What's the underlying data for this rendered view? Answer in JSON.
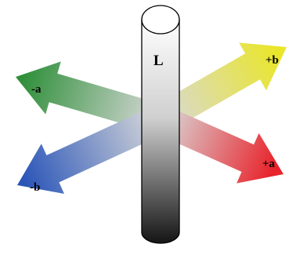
{
  "labels": {
    "lightness": "L",
    "green": "-a",
    "red": "+a",
    "yellow": "+b",
    "blue": "-b"
  },
  "colors": {
    "green": "#2f8f3a",
    "red": "#e8232b",
    "yellow": "#e9e62a",
    "blue": "#2a55b8",
    "center": "#d9d9d9",
    "cylinder_top": "#ffffff",
    "cylinder_bottom": "#1a1a1a",
    "outline": "#000000"
  }
}
